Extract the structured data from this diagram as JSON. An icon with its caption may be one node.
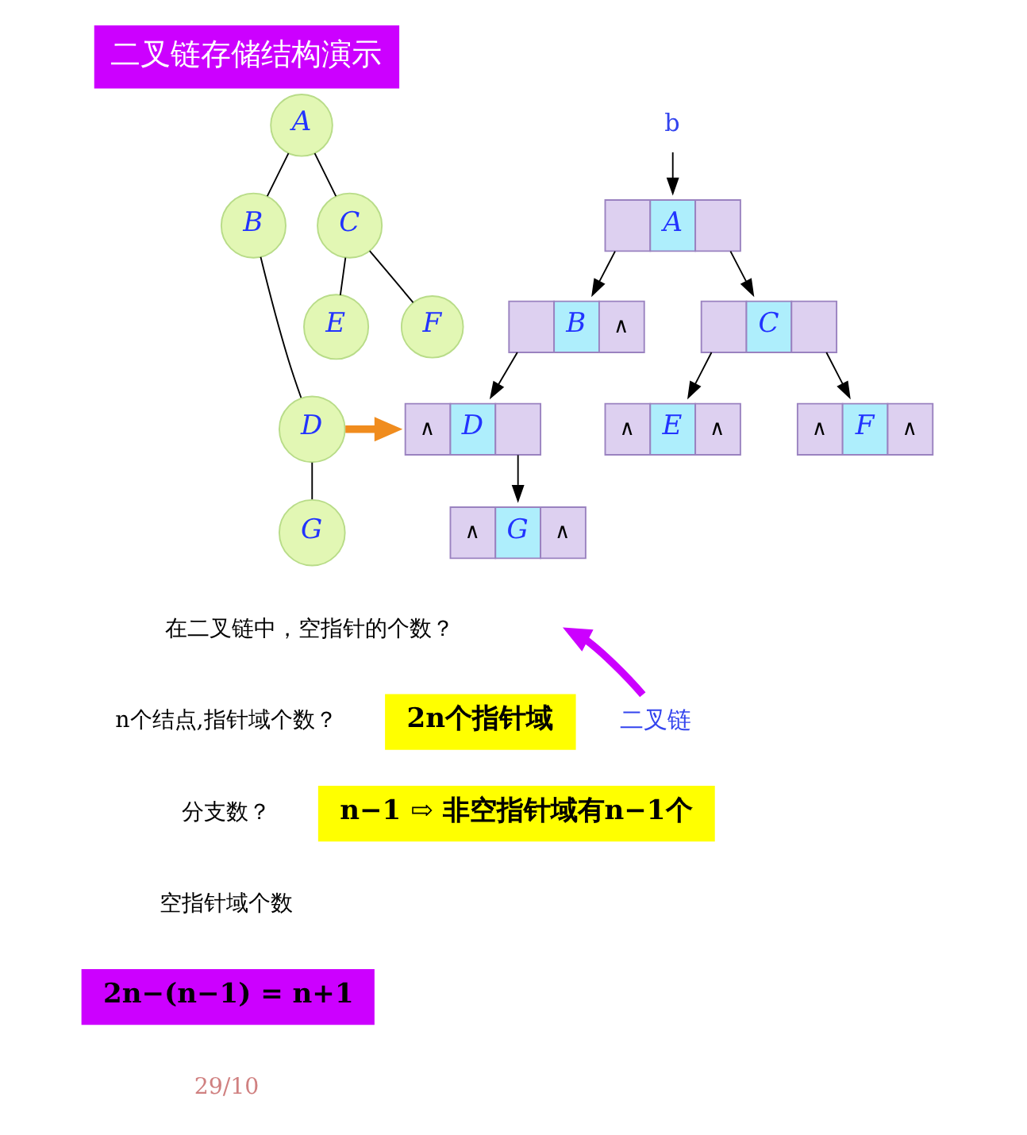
{
  "diagram": {
    "title": "二叉链存储结构演示",
    "nodes": [
      {
        "text": [
          "A"
        ]
      },
      {
        "text": [
          "B"
        ]
      },
      {
        "text": [
          "C"
        ]
      },
      {
        "text": [
          "D"
        ]
      },
      {
        "text": [
          "E"
        ]
      },
      {
        "text": [
          "F"
        ]
      },
      {
        "text": [
          "G"
        ]
      },
      {
        "text": [
          "A"
        ]
      },
      {
        "text": [
          "B",
          "∧"
        ]
      },
      {
        "text": [
          "C"
        ]
      },
      {
        "text": [
          "∧",
          "D"
        ]
      },
      {
        "text": [
          "∧",
          "E",
          "∧"
        ]
      },
      {
        "text": [
          "∧",
          "F",
          "∧"
        ]
      },
      {
        "text": [
          "∧",
          "G",
          "∧"
        ]
      },
      {
        "text": [
          "b"
        ]
      },
      {
        "text": [
          "二叉链"
        ]
      },
      {
        "text": [
          "2n个指针域"
        ]
      },
      {
        "text": [
          "n−1 ⇨ 非空指针域有n−1个"
        ]
      },
      {
        "text": [
          "2n−(n−1) = n+1"
        ]
      }
    ],
    "edges": [
      {
        "from": 0,
        "to": 1,
        "arrow": "none"
      },
      {
        "from": 0,
        "to": 2,
        "arrow": "none"
      },
      {
        "from": 1,
        "to": 3,
        "arrow": "none"
      },
      {
        "from": 2,
        "to": 4,
        "arrow": "none"
      },
      {
        "from": 2,
        "to": 5,
        "arrow": "none"
      },
      {
        "from": 3,
        "to": 6,
        "arrow": "none"
      },
      {
        "from": 3,
        "to": 10,
        "arrow": "to",
        "style": "thick",
        "color": "#f08c1e"
      },
      {
        "from": 14,
        "to": 7,
        "arrow": "to"
      },
      {
        "from": 7,
        "to": 8,
        "arrow": "to"
      },
      {
        "from": 7,
        "to": 9,
        "arrow": "to"
      },
      {
        "from": 8,
        "to": 10,
        "arrow": "to"
      },
      {
        "from": 9,
        "to": 11,
        "arrow": "to"
      },
      {
        "from": 9,
        "to": 12,
        "arrow": "to"
      },
      {
        "from": 10,
        "to": 13,
        "arrow": "to"
      },
      {
        "from": 15,
        "to": null,
        "arrow": "to",
        "style": "thick",
        "color": "#cc00ff"
      }
    ],
    "labels": [
      "在二叉链中，空指针的个数？",
      "n个结点,指针域个数？",
      "分支数？",
      "空指针域个数",
      "29/10"
    ]
  }
}
